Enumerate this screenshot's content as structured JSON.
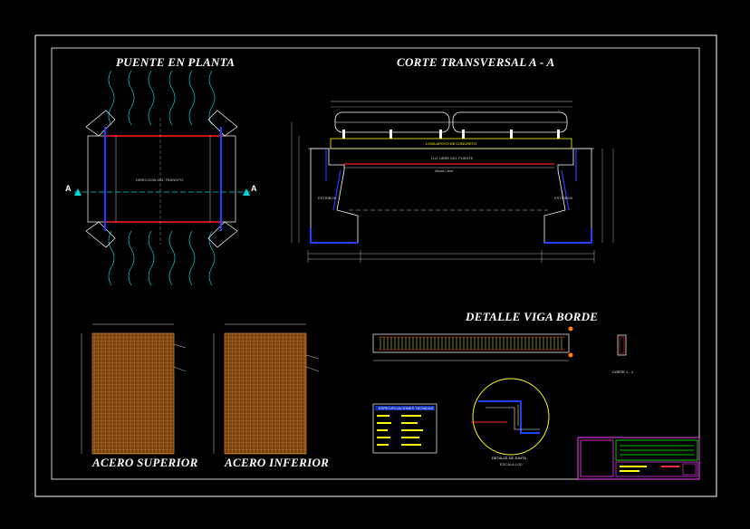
{
  "titles": {
    "plan": "PUENTE EN PLANTA",
    "section": "CORTE TRANSVERSAL A - A",
    "detail_beam": "DETALLE VIGA BORDE",
    "steel_top": "ACERO SUPERIOR",
    "steel_bottom": "ACERO INFERIOR"
  },
  "plan": {
    "section_mark": "A",
    "direction_label": "DIRECCION DEL TRANSITO"
  },
  "section": {
    "deck_label": "LOSA APOYO DE CONCRETO",
    "abutment_left": "ESTRIBOS",
    "abutment_right": "ESTRIBOS",
    "beam_label": "LUZ LIBRE DEL PUENTE",
    "span_note": "Altura Libre"
  },
  "legend": {
    "title": "ESPECIFICACIONES TECNICAS"
  },
  "detail": {
    "joint_label": "DETALLE DE JUNTA",
    "scale": "ESCALA 1/20",
    "corte_label": "CORTE 1 - 1"
  },
  "colors": {
    "background": "#000000",
    "frame": "#ffffff",
    "water": "#00e0e0",
    "structure_red": "#ff2020",
    "structure_blue": "#2040ff",
    "mesh": "#b06a1a",
    "text_yellow": "#ffff00"
  }
}
